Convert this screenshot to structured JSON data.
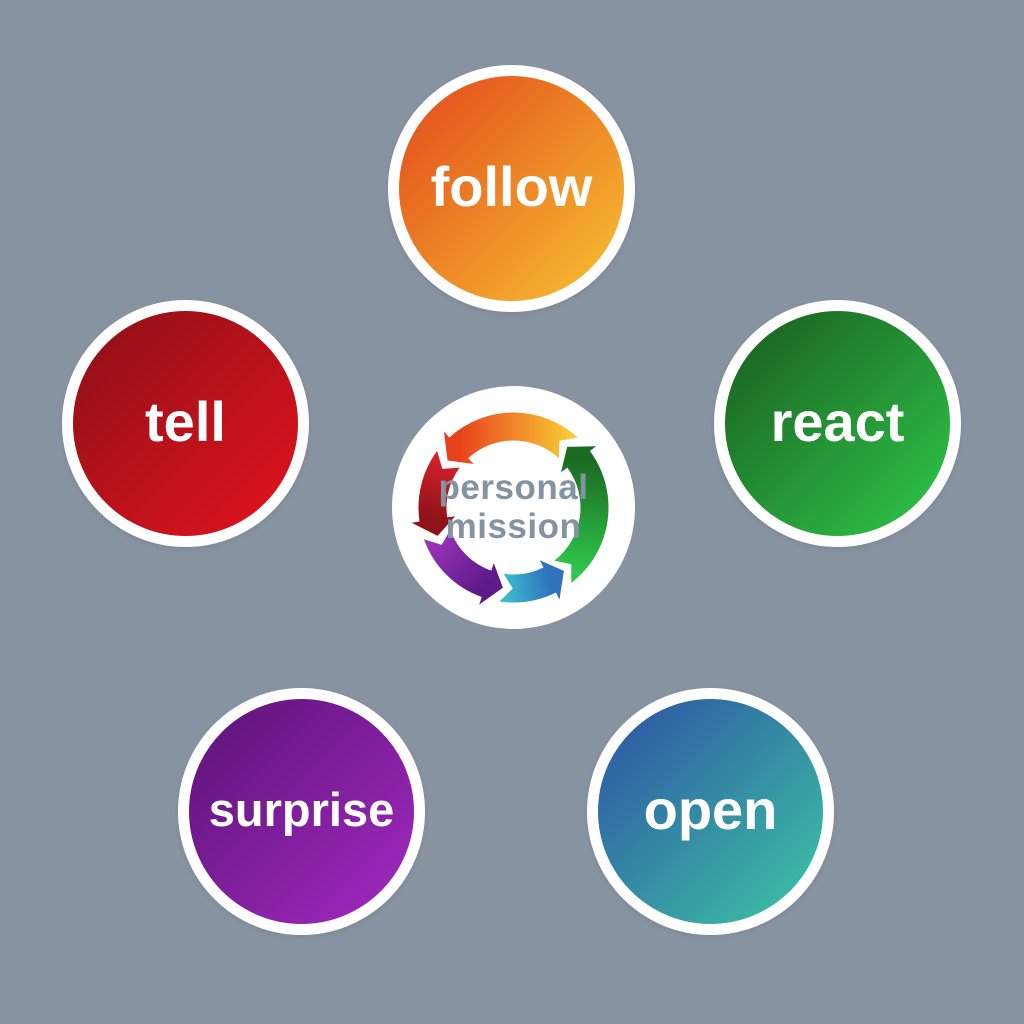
{
  "background_color": "#8793a1",
  "ring_color": "#ffffff",
  "center": {
    "label_line1": "personal",
    "label_line2": "mission",
    "label_color": "#8492a2",
    "disc_color": "#ffffff",
    "arrow_segments": [
      {
        "name": "orange",
        "color_head": "#e8411d",
        "color_tail": "#f9c832"
      },
      {
        "name": "green",
        "color_head": "#1c6b22",
        "color_tail": "#2fc84c"
      },
      {
        "name": "blue",
        "color_head": "#2f72be",
        "color_tail": "#3cc0cd"
      },
      {
        "name": "purple",
        "color_head": "#5c1b88",
        "color_tail": "#9a33b8"
      },
      {
        "name": "red",
        "color_head": "#8e1318",
        "color_tail": "#d6202b"
      }
    ]
  },
  "nodes": [
    {
      "id": "follow",
      "label": "follow",
      "color_start": "#e2471c",
      "color_end": "#f8c331",
      "text_color": "#ffffff"
    },
    {
      "id": "tell",
      "label": "tell",
      "color_start": "#8c1016",
      "color_end": "#e3131f",
      "text_color": "#ffffff"
    },
    {
      "id": "react",
      "label": "react",
      "color_start": "#1a5a1e",
      "color_end": "#2ec94a",
      "text_color": "#ffffff"
    },
    {
      "id": "surprise",
      "label": "surprise",
      "color_start": "#5a1374",
      "color_end": "#a32ac2",
      "text_color": "#ffffff"
    },
    {
      "id": "open",
      "label": "open",
      "color_start": "#2d4fa4",
      "color_end": "#3dc8a4",
      "text_color": "#ffffff"
    }
  ]
}
